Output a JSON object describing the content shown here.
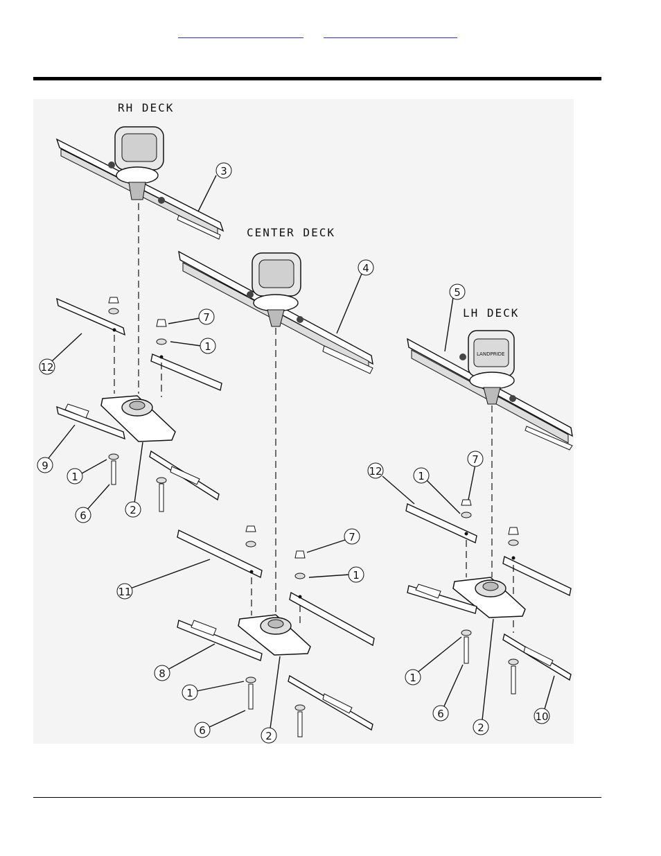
{
  "nav_links": [
    "",
    ""
  ],
  "deck_labels": {
    "rh": "RH DECK",
    "center": "CENTER DECK",
    "lh": "LH DECK"
  },
  "callouts": [
    "3",
    "4",
    "5",
    "12",
    "7",
    "1",
    "9",
    "1",
    "6",
    "2",
    "7",
    "1",
    "12",
    "11",
    "7",
    "1",
    "8",
    "1",
    "6",
    "2",
    "1",
    "6",
    "2",
    "10"
  ],
  "gearbox_brand": "LANDPRIDE"
}
